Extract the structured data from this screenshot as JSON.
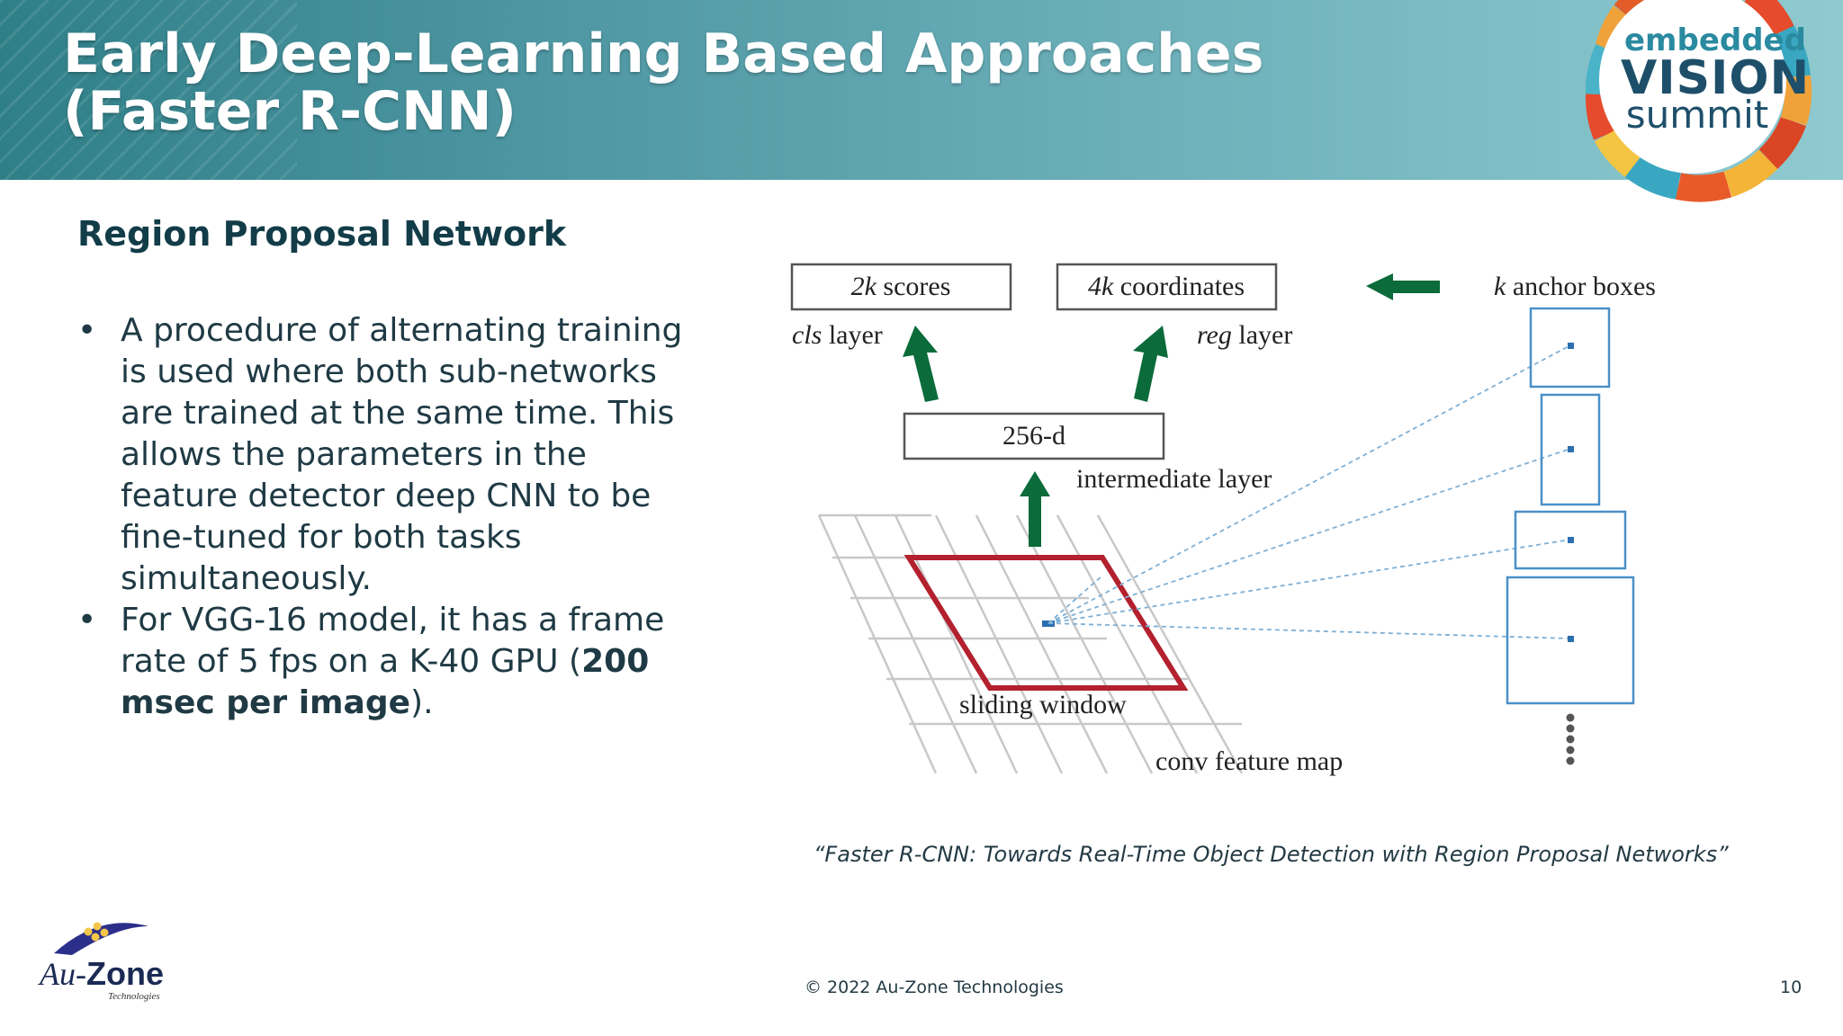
{
  "slide": {
    "title_line1": "Early Deep-Learning Based Approaches",
    "title_line2": "(Faster R-CNN)",
    "section_title": "Region Proposal Network",
    "bullets": {
      "b1": "A procedure of alternating training is used where both sub-networks are trained at the same time. This allows the parameters in the feature detector deep CNN to be fine-tuned for both tasks simultaneously.",
      "b2_pre": "For VGG-16 model, it has a frame rate of 5 fps on a K-40 GPU (",
      "b2_bold": "200 msec per image",
      "b2_post": ")."
    },
    "bullet_char": "•",
    "citation": "“Faster R-CNN: Towards Real-Time Object Detection with Region Proposal Networks”",
    "copyright": "© 2022 Au-Zone Technologies",
    "page_number": "10"
  },
  "diagram": {
    "scores_italic": "2k",
    "scores_rest": " scores",
    "coords_italic": "4k",
    "coords_rest": " coordinates",
    "cls_italic": "cls",
    "cls_rest": " layer",
    "reg_italic": "reg",
    "reg_rest": " layer",
    "anchors_italic": "k",
    "anchors_rest": " anchor boxes",
    "intermediate": "256-d",
    "intermediate_label": "intermediate layer",
    "sliding_window": "sliding window",
    "feature_map": "conv feature map"
  },
  "logos": {
    "evs_line1": "embedded",
    "evs_line2": "VISION",
    "evs_line3": "summit",
    "au_prefix": "Au-",
    "au_bold": "Zone",
    "au_sub": "Technologies"
  },
  "colors": {
    "header_start": "#2f7f88",
    "header_end": "#8fcad0",
    "arrow_green": "#0b6b3a",
    "window_red": "#b3202e",
    "anchor_blue": "#4a90c8",
    "text_dark": "#1f3a44"
  }
}
